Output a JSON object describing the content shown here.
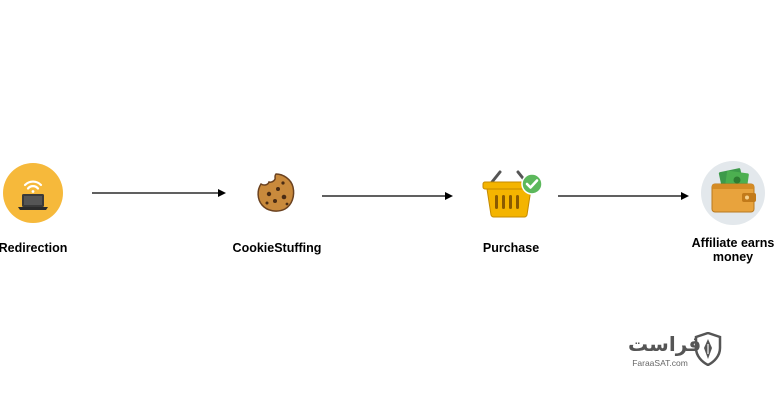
{
  "nodes": [
    {
      "id": "redirection",
      "label": "Redirection",
      "icon": "laptop-wifi-icon"
    },
    {
      "id": "cookie-stuffing",
      "label": "CookieStuffing",
      "icon": "cookie-icon"
    },
    {
      "id": "purchase",
      "label": "Purchase",
      "icon": "shopping-basket-check-icon"
    },
    {
      "id": "affiliate",
      "label": "Affiliate earns money",
      "icon": "wallet-money-icon"
    }
  ],
  "edges": [
    {
      "from": "redirection",
      "to": "cookie-stuffing"
    },
    {
      "from": "cookie-stuffing",
      "to": "purchase"
    },
    {
      "from": "purchase",
      "to": "affiliate"
    }
  ],
  "watermark": {
    "text": "فراست",
    "subtext": "FaraaSAT.com",
    "icon": "shield-pen-icon"
  },
  "colors": {
    "orange": "#f6b93b",
    "cookie": "#c98a3c",
    "basket": "#f4b400",
    "check": "#5cb85c",
    "money": "#3d9a4a"
  }
}
